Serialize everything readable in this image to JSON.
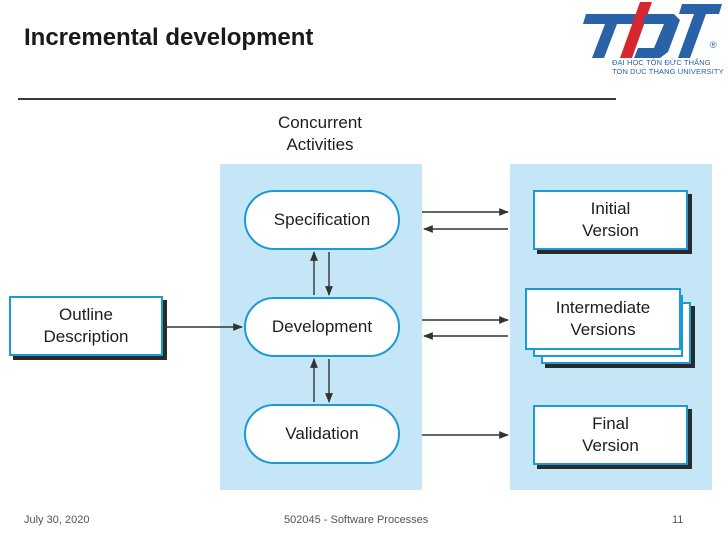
{
  "slide": {
    "title": "Incremental development"
  },
  "logo": {
    "mark": "TDT",
    "registered": "®",
    "line1": "ĐẠI HỌC TÔN ĐỨC THẮNG",
    "line2": "TON DUC THANG UNIVERSITY",
    "colors": {
      "blue": "#2a62a8",
      "red": "#d7262e"
    }
  },
  "diagram": {
    "heading": [
      "Concurrent",
      "Activities"
    ],
    "input": [
      "Outline",
      "Description"
    ],
    "activities": [
      "Specification",
      "Development",
      "Validation"
    ],
    "outputs": {
      "initial": [
        "Initial",
        "Version"
      ],
      "intermediate": [
        "Intermediate",
        "Versions"
      ],
      "final": [
        "Final",
        "Version"
      ]
    },
    "colors": {
      "panel": "#c5e6f6",
      "box_border": "#1b9ad7",
      "arrow": "#333333"
    }
  },
  "footer": {
    "date": "July 30, 2020",
    "course": "502045 - Software Processes",
    "page": "11"
  }
}
